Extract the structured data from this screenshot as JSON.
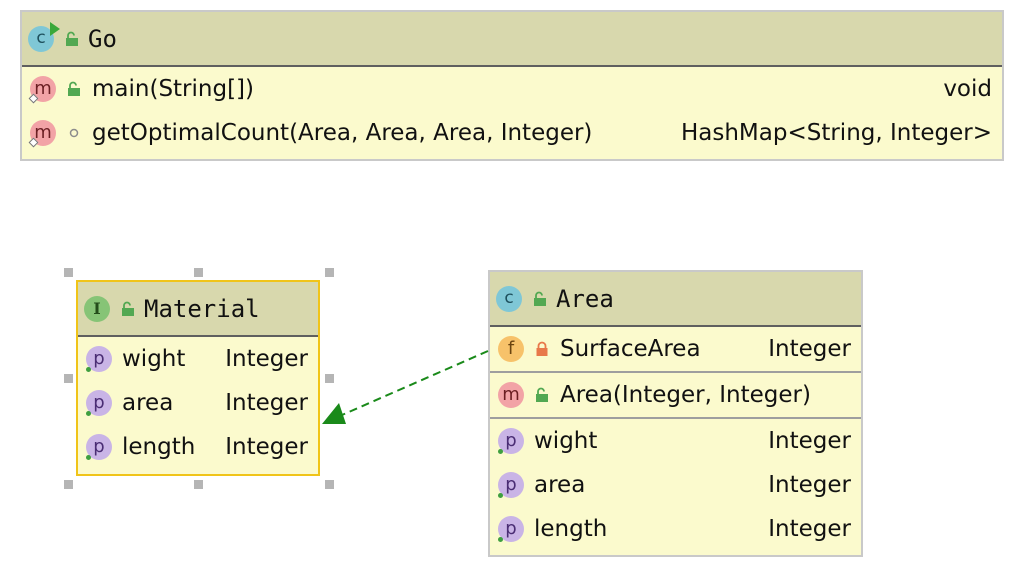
{
  "classes": {
    "go": {
      "title": "Go",
      "methods": [
        {
          "name": "main(String[])",
          "type": "void"
        },
        {
          "name": "getOptimalCount(Area, Area, Area, Integer)",
          "type": "HashMap<String, Integer>"
        }
      ]
    },
    "material": {
      "title": "Material",
      "properties": [
        {
          "name": "wight",
          "type": "Integer"
        },
        {
          "name": "area",
          "type": "Integer"
        },
        {
          "name": "length",
          "type": "Integer"
        }
      ]
    },
    "area": {
      "title": "Area",
      "fields": [
        {
          "name": "SurfaceArea",
          "type": "Integer"
        }
      ],
      "constructors": [
        {
          "name": "Area(Integer, Integer)",
          "type": ""
        }
      ],
      "properties": [
        {
          "name": "wight",
          "type": "Integer"
        },
        {
          "name": "area",
          "type": "Integer"
        },
        {
          "name": "length",
          "type": "Integer"
        }
      ]
    }
  },
  "icon_letters": {
    "class": "c",
    "interface": "I",
    "method": "m",
    "property": "p",
    "field": "f"
  },
  "colors": {
    "header_bg": "#d8d8ad",
    "body_bg": "#fbfacd",
    "selection_border": "#f0c419",
    "arrow": "#1a8a1a"
  }
}
